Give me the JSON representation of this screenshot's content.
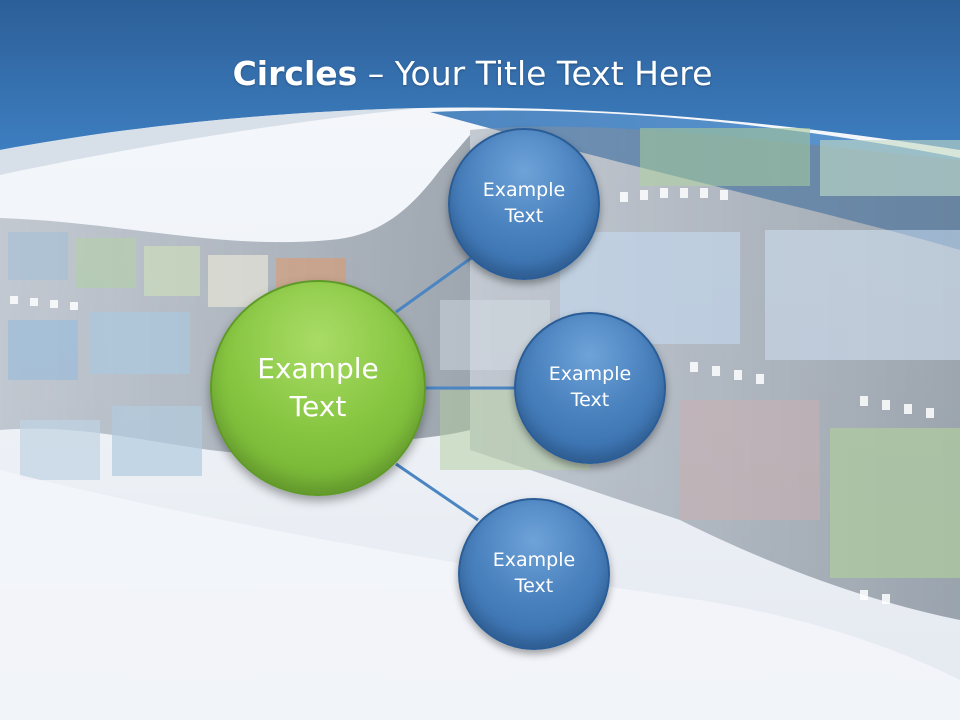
{
  "slide": {
    "title_bold": "Circles",
    "title_rest": " – Your Title Text Here"
  },
  "diagram": {
    "center": {
      "label": "Example Text"
    },
    "nodes": [
      {
        "label": "Example Text"
      },
      {
        "label": "Example Text"
      },
      {
        "label": "Example Text"
      }
    ]
  },
  "colors": {
    "header_blue": "#2f6aa6",
    "node_blue": "#4a82bf",
    "center_green": "#86c540",
    "connector": "#4b86c2"
  }
}
